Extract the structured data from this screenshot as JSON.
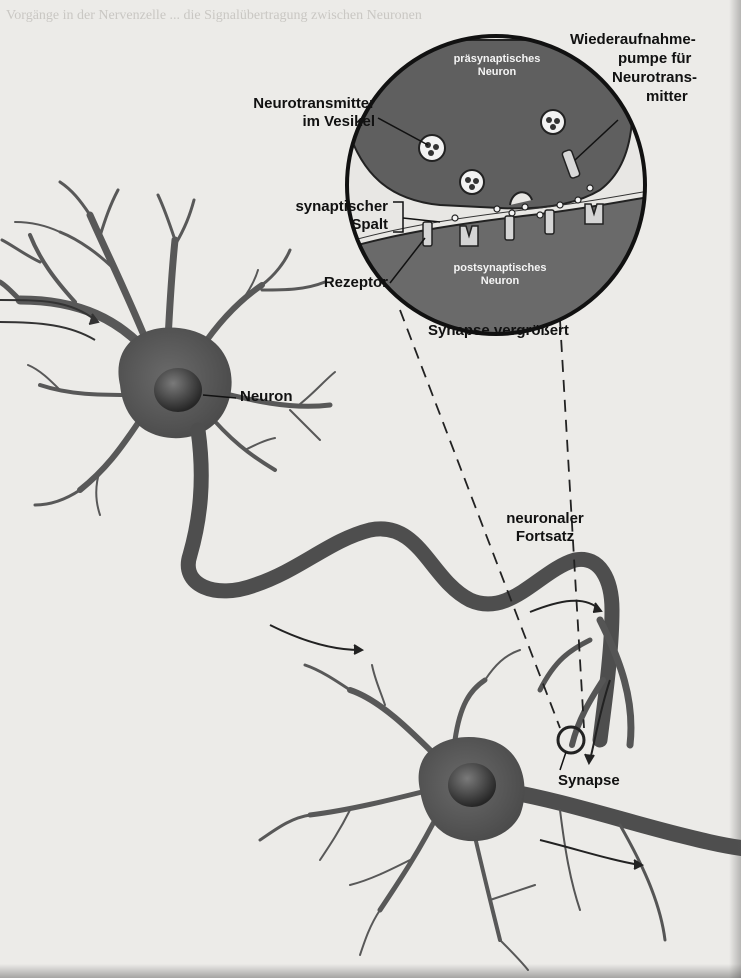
{
  "background_text": [
    "Vorgänge in der Nervenzelle ... die Signalübertragung zwischen Neuronen",
    "",
    "",
    "",
    "",
    "",
    "",
    "",
    "",
    "",
    "",
    "",
    "",
    "",
    "",
    "",
    "",
    "",
    "",
    "",
    "",
    "",
    "",
    ""
  ],
  "labels": {
    "reuptake": [
      "Wiederaufnahme-",
      "pumpe für",
      "Neurotrans-",
      "mitter"
    ],
    "presynaptic": [
      "präsynaptisches",
      "Neuron"
    ],
    "vesicle": [
      "Neurotransmitter",
      "im Vesikel"
    ],
    "cleft": [
      "synaptischer",
      "Spalt"
    ],
    "postsynaptic": [
      "postsynaptisches",
      "Neuron"
    ],
    "receptor": "Rezeptor",
    "magnified": "Synapse vergrößert",
    "neuron": "Neuron",
    "process": [
      "neuronaler",
      "Fortsatz"
    ],
    "synapse": "Synapse"
  },
  "colors": {
    "cell": "#5a5a5a",
    "cell_dark": "#3b3b3b",
    "nucleus": "#2f2f2f",
    "text": "#111111",
    "background": "#ecebe8"
  }
}
